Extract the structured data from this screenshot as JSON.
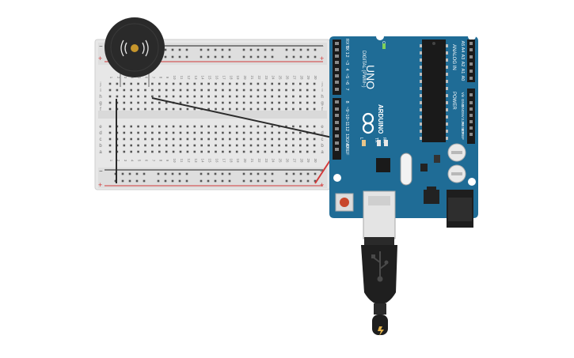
{
  "breadboard": {
    "rail_plus": "+",
    "rail_minus": "−",
    "rows_top": [
      "j",
      "i",
      "h",
      "g",
      "f"
    ],
    "rows_bottom": [
      "e",
      "d",
      "c",
      "b",
      "a"
    ],
    "columns": [
      "1",
      "2",
      "3",
      "4",
      "5",
      "6",
      "7",
      "8",
      "9",
      "10",
      "11",
      "12",
      "13",
      "14",
      "15",
      "16",
      "17",
      "18",
      "19",
      "20",
      "21",
      "22",
      "23",
      "24",
      "25",
      "26",
      "27",
      "28",
      "29",
      "30"
    ]
  },
  "arduino": {
    "model": "UNO",
    "brand": "ARDUINO",
    "digital_header": "DIGITAL (PWM~)",
    "analog_header": "ANALOG IN",
    "power_header": "POWER",
    "on_label": "ON",
    "led_labels": [
      "L",
      "TX",
      "RX"
    ],
    "digital_pins": [
      "RX 0",
      "TX 1",
      "2",
      "~3",
      "4",
      "~5",
      "~6",
      "7",
      "8",
      "~9",
      "~10",
      "~11",
      "12",
      "13",
      "GND",
      "AREF"
    ],
    "analog_pins": [
      "A0",
      "A1",
      "A2",
      "A3",
      "A4",
      "A5"
    ],
    "power_pins": [
      "IOREF",
      "RESET",
      "3.3V",
      "5V",
      "GND",
      "GND",
      "Vin"
    ]
  },
  "colors": {
    "board_blue": "#1f6c96",
    "breadboard": "#e7e7e7",
    "rail_red": "#d33a3a",
    "rail_blue": "#1e1e1e",
    "wire_black": "#2b2b2b",
    "wire_red": "#d33a3a",
    "buzzer": "#2a2a2a"
  },
  "icons": {
    "buzzer": "sound-wave-icon",
    "usb": "usb-icon",
    "plug": "lightning-icon"
  }
}
